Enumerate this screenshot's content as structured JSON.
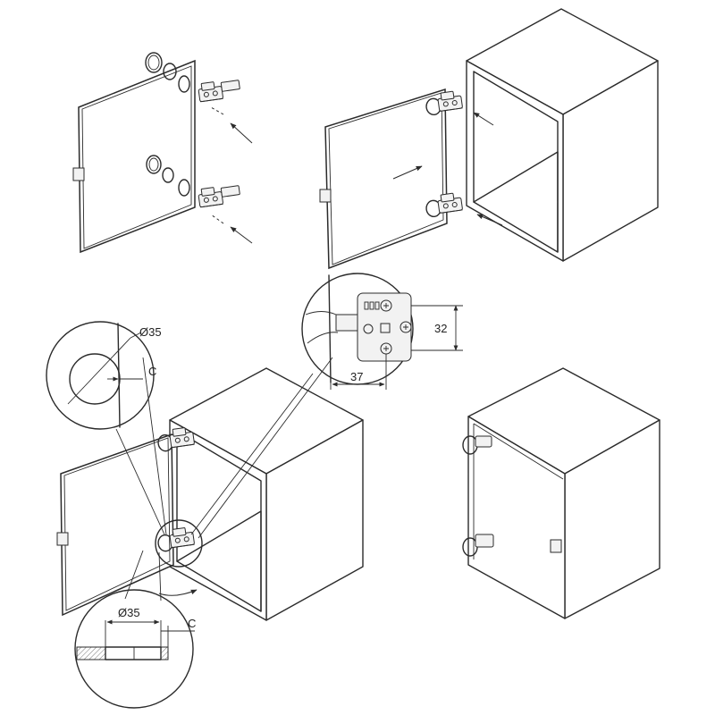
{
  "dimensions": {
    "top_circle_diameter": "Ø35",
    "top_circle_clearance": "C",
    "bottom_circle_diameter": "Ø35",
    "bottom_circle_clearance": "C",
    "hinge_plate_height": "32",
    "hinge_plate_offset": "37"
  },
  "icons": {
    "hinge": "hinge-icon",
    "screw": "screw-icon",
    "arrow": "arrow-icon"
  }
}
